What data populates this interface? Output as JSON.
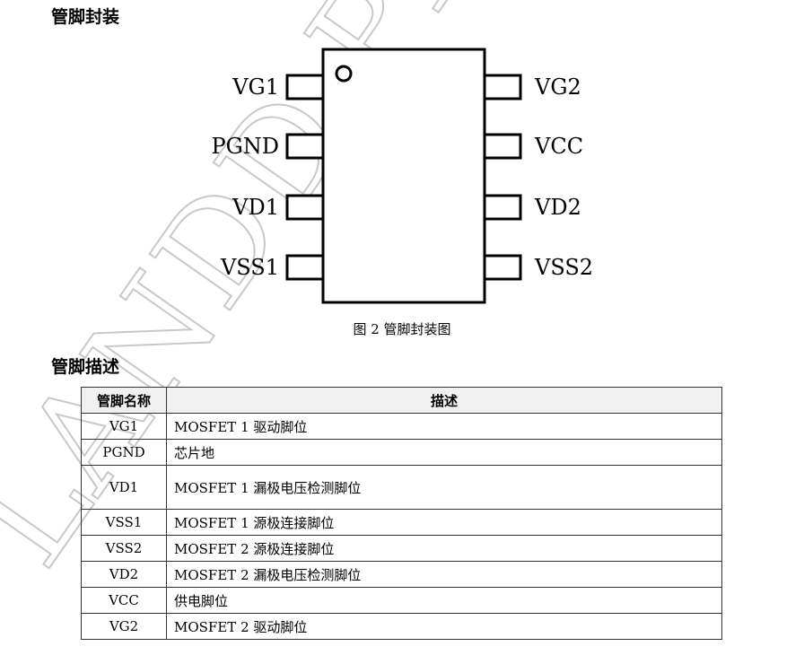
{
  "section1_title": "管脚封装",
  "figure_caption": "图 2 管脚封装图",
  "watermark_text": "LANDD PRELIMINARY",
  "pins_left": [
    "VG1",
    "PGND",
    "VD1",
    "VSS1"
  ],
  "pins_right": [
    "VG2",
    "VCC",
    "VD2",
    "VSS2"
  ],
  "section2_title": "管脚描述",
  "table": {
    "headers": [
      "管脚名称",
      "描述"
    ],
    "rows": [
      {
        "pin": "VG1",
        "desc": "MOSFET 1 驱动脚位"
      },
      {
        "pin": "PGND",
        "desc": "芯片地"
      },
      {
        "pin": "VD1",
        "desc": "MOSFET 1 漏极电压检测脚位"
      },
      {
        "pin": "VSS1",
        "desc": "MOSFET 1 源极连接脚位"
      },
      {
        "pin": "VSS2",
        "desc": "MOSFET 2 源极连接脚位"
      },
      {
        "pin": "VD2",
        "desc": "MOSFET 2 漏极电压检测脚位"
      },
      {
        "pin": "VCC",
        "desc": "供电脚位"
      },
      {
        "pin": "VG2",
        "desc": "MOSFET 2 驱动脚位"
      }
    ]
  }
}
